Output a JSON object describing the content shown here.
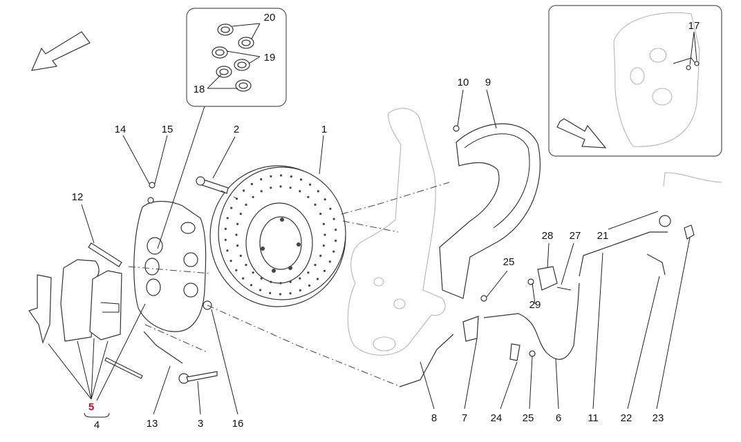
{
  "diagram": {
    "callouts": [
      {
        "id": "c1",
        "text": "1"
      },
      {
        "id": "c2",
        "text": "2"
      },
      {
        "id": "c3",
        "text": "3"
      },
      {
        "id": "c4",
        "text": "4"
      },
      {
        "id": "c5",
        "text": "5",
        "highlight": "#d0001a"
      },
      {
        "id": "c6",
        "text": "6"
      },
      {
        "id": "c7",
        "text": "7"
      },
      {
        "id": "c8",
        "text": "8"
      },
      {
        "id": "c9",
        "text": "9"
      },
      {
        "id": "c10",
        "text": "10"
      },
      {
        "id": "c11",
        "text": "11"
      },
      {
        "id": "c12",
        "text": "12"
      },
      {
        "id": "c13",
        "text": "13"
      },
      {
        "id": "c14",
        "text": "14"
      },
      {
        "id": "c15",
        "text": "15"
      },
      {
        "id": "c16",
        "text": "16"
      },
      {
        "id": "c17",
        "text": "17"
      },
      {
        "id": "c18",
        "text": "18"
      },
      {
        "id": "c19",
        "text": "19"
      },
      {
        "id": "c20",
        "text": "20"
      },
      {
        "id": "c21",
        "text": "21"
      },
      {
        "id": "c22",
        "text": "22"
      },
      {
        "id": "c23",
        "text": "23"
      },
      {
        "id": "c24",
        "text": "24"
      },
      {
        "id": "c25a",
        "text": "25"
      },
      {
        "id": "c25b",
        "text": "25"
      },
      {
        "id": "c27",
        "text": "27"
      },
      {
        "id": "c28",
        "text": "28"
      },
      {
        "id": "c29",
        "text": "29"
      }
    ]
  }
}
